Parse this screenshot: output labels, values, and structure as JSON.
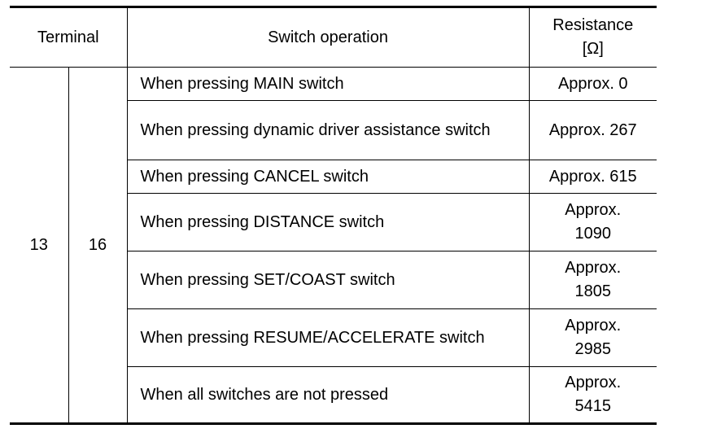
{
  "header": {
    "terminal": "Terminal",
    "switch_operation": "Switch operation",
    "resistance_line1": "Resistance",
    "resistance_line2": "[Ω]"
  },
  "terminals": {
    "a": "13",
    "b": "16"
  },
  "rows": [
    {
      "operation": "When pressing MAIN switch",
      "resistance": "Approx. 0"
    },
    {
      "operation": "When pressing dynamic driver assistance switch",
      "resistance": "Approx. 267"
    },
    {
      "operation": "When pressing CANCEL switch",
      "resistance": "Approx. 615"
    },
    {
      "operation": "When pressing DISTANCE switch",
      "resistance": "Approx. 1090"
    },
    {
      "operation": "When pressing SET/COAST switch",
      "resistance": "Approx. 1805"
    },
    {
      "operation": "When pressing RESUME/ACCELERATE switch",
      "resistance": "Approx. 2985"
    },
    {
      "operation": "When all switches are not pressed",
      "resistance": "Approx. 5415"
    }
  ]
}
